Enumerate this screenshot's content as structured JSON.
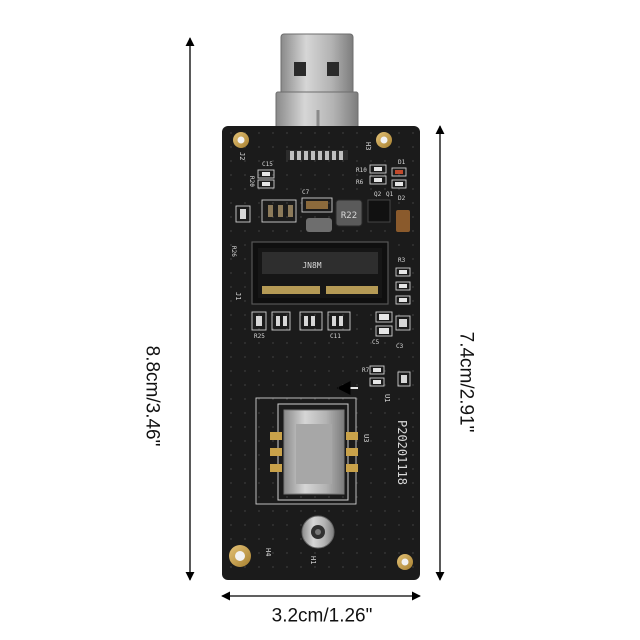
{
  "dimensions": {
    "height_label": "8.8cm/3.46\"",
    "width_label": "3.2cm/1.26\"",
    "pcb_length_label": "7.4cm/2.91\""
  },
  "board": {
    "serial_text": "P20201118",
    "chip_marking": "R22",
    "slot_marking": "JN8M",
    "designators": {
      "j2": "J2",
      "h3": "H3",
      "j1": "J1",
      "u3": "U3",
      "u1": "U1",
      "h4": "H4",
      "h1": "H1",
      "r26": "R26",
      "d1": "D1",
      "d2": "D2",
      "q1": "Q1",
      "q2": "Q2",
      "r10": "R10",
      "r6": "R6",
      "c15": "C15",
      "r20": "R20",
      "r25": "R25",
      "c3": "C3",
      "c5": "C5",
      "r7": "R7",
      "c7": "C7",
      "c11": "C11",
      "r3": "R3"
    }
  },
  "colors": {
    "pcb": "#1b1b1b",
    "silkscreen": "#d8d8d8",
    "gold": "#c9a24a",
    "metal": "#b9b9b9",
    "dimension_line": "#000000"
  }
}
